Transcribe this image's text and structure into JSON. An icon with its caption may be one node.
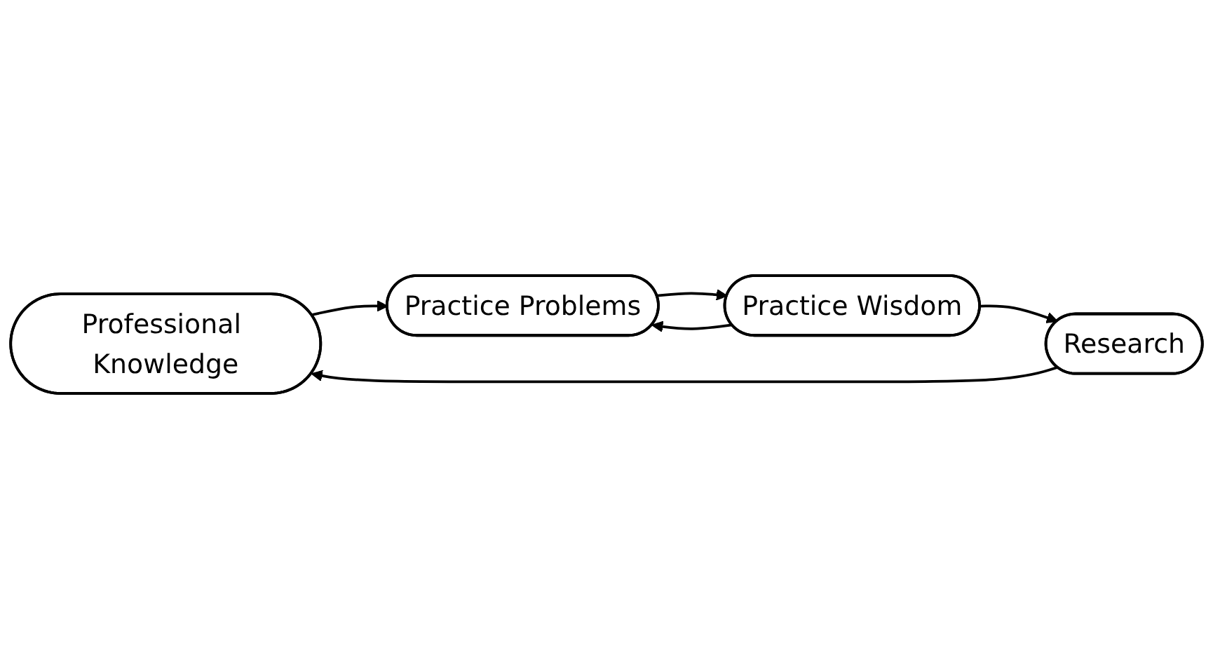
{
  "diagram": {
    "nodes": [
      {
        "text": [
          "Professional Knowledge"
        ]
      },
      {
        "text": [
          "Practice Problems"
        ]
      },
      {
        "text": [
          "Practice Wisdom"
        ]
      },
      {
        "text": [
          "Research"
        ]
      }
    ],
    "edges": [
      {
        "from": 0,
        "to": 1,
        "arrow": "to"
      },
      {
        "from": 1,
        "to": 2,
        "arrow": "to"
      },
      {
        "from": 2,
        "to": 1,
        "arrow": "to"
      },
      {
        "from": 2,
        "to": 3,
        "arrow": "to"
      },
      {
        "from": 3,
        "to": 0,
        "arrow": "to"
      }
    ]
  }
}
